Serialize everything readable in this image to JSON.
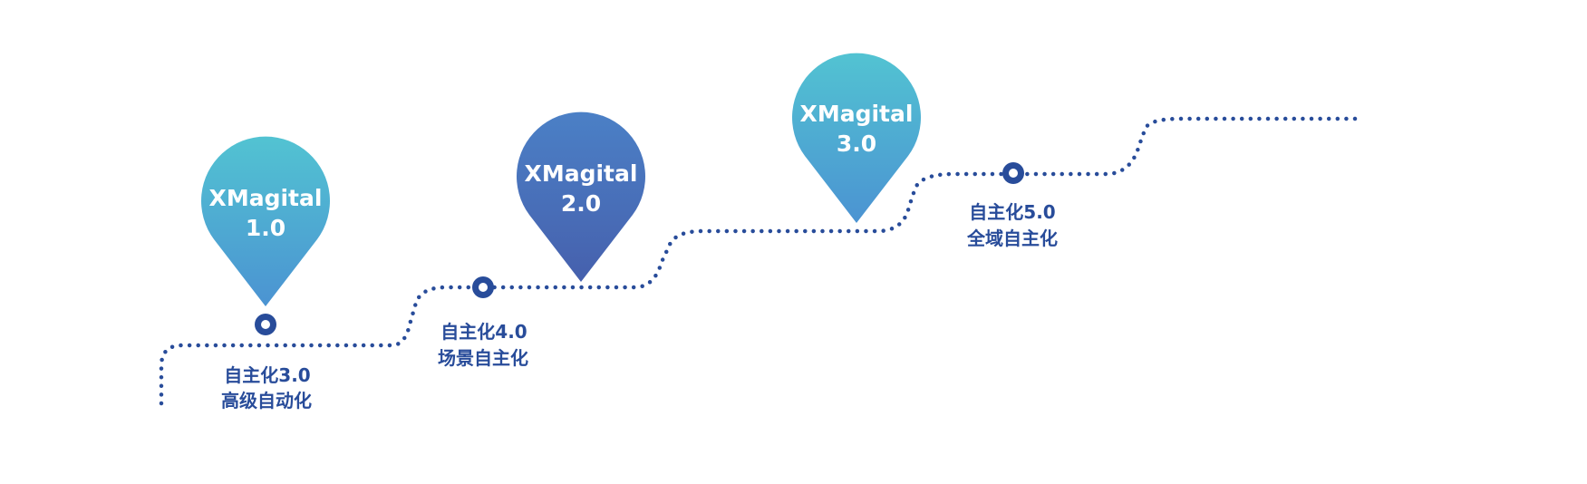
{
  "colors": {
    "path": "#284c9a",
    "node_ring": "#284c9a",
    "node_center": "#ffffff",
    "text": "#284c9a",
    "pin_light_top": "#52c3d2",
    "pin_light_bottom": "#4b93d2",
    "pin_dark_top": "#4b80c6",
    "pin_dark_bottom": "#4660ad",
    "pin_text": "#ffffff"
  },
  "pins": [
    {
      "line1": "XMagital",
      "line2": "1.0",
      "icon": "map-pin-icon",
      "style": "light"
    },
    {
      "line1": "XMagital",
      "line2": "2.0",
      "icon": "map-pin-icon",
      "style": "dark"
    },
    {
      "line1": "XMagital",
      "line2": "3.0",
      "icon": "map-pin-icon",
      "style": "light"
    }
  ],
  "milestones": [
    {
      "title": "自主化3.0",
      "subtitle": "高级自动化"
    },
    {
      "title": "自主化4.0",
      "subtitle": "场景自主化"
    },
    {
      "title": "自主化5.0",
      "subtitle": "全域自主化"
    }
  ]
}
